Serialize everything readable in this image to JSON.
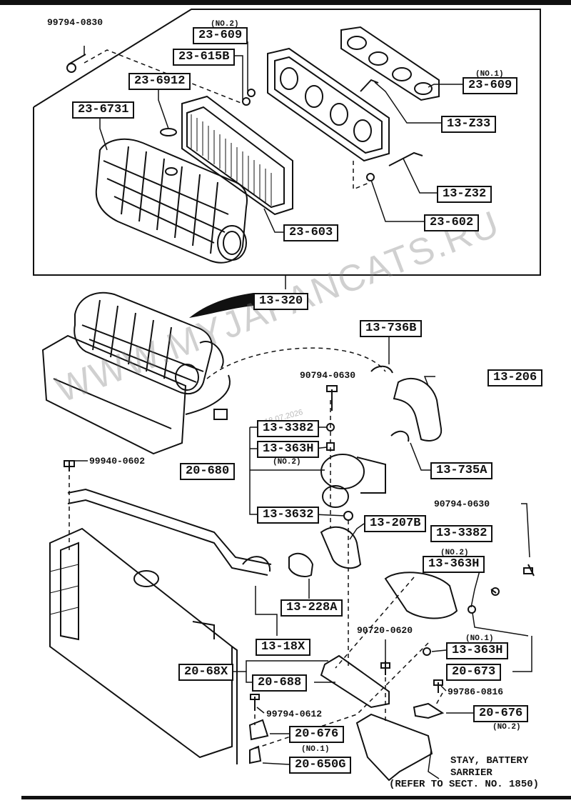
{
  "parts": {
    "p99794_0830": "99794-0830",
    "p23_609_top": "23-609",
    "p23_609_top_note": "(NO.2)",
    "p23_615B": "23-615B",
    "p23_6912": "23-6912",
    "p23_6731": "23-6731",
    "p23_609_right": "23-609",
    "p23_609_right_note": "(NO.1)",
    "p13_Z33": "13-Z33",
    "p13_Z32": "13-Z32",
    "p23_602": "23-602",
    "p23_603": "23-603",
    "p13_320": "13-320",
    "p13_736B": "13-736B",
    "p90794_0630_a": "90794-0630",
    "p13_206": "13-206",
    "p13_3382_a": "13-3382",
    "p13_363H_a": "13-363H",
    "p13_363H_a_note": "(NO.2)",
    "p20_680": "20-680",
    "p13_735A": "13-735A",
    "p99940_0602": "99940-0602",
    "p13_3632": "13-3632",
    "p13_207B": "13-207B",
    "p90794_0630_b": "90794-0630",
    "p13_3382_b": "13-3382",
    "p13_363H_b": "13-363H",
    "p13_363H_b_note": "(NO.2)",
    "p13_228A": "13-228A",
    "p13_18X": "13-18X",
    "p90720_0620": "90720-0620",
    "p13_363H_c": "13-363H",
    "p13_363H_c_note": "(NO.1)",
    "p20_673": "20-673",
    "p20_68X": "20-68X",
    "p20_688": "20-688",
    "p99786_0816": "99786-0816",
    "p20_676_right": "20-676",
    "p20_676_right_note": "(NO.2)",
    "p99794_0612": "99794-0612",
    "p20_676_left": "20-676",
    "p20_676_left_note": "(NO.1)",
    "p20_650G": "20-650G"
  },
  "stay_note": {
    "line1": "STAY, BATTERY",
    "line2": "SARRIER",
    "line3": "(REFER TO SECT. NO. 1850)"
  },
  "watermark": "WWW.MYJAPANCATS.RU",
  "date_stamp": "18.07.2026"
}
